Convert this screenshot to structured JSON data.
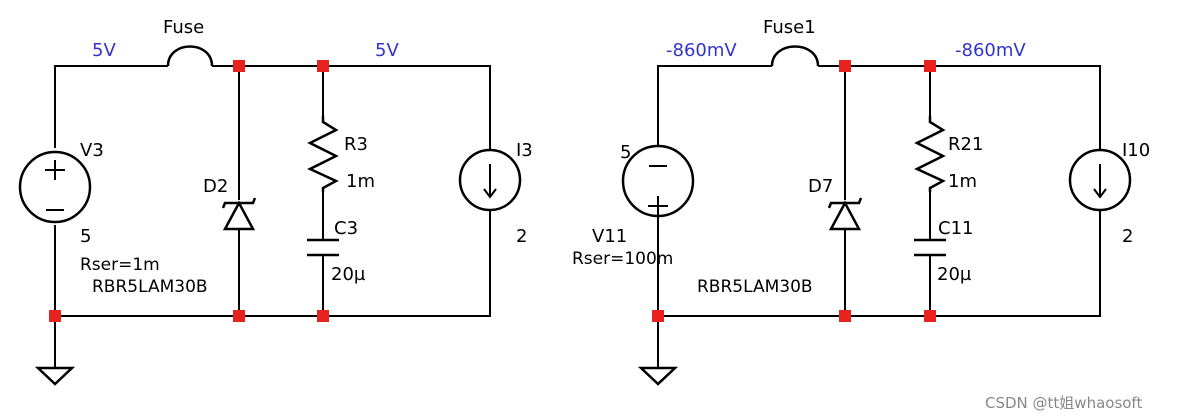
{
  "colors": {
    "wire": "#000000",
    "node": "#e8231f",
    "voltage_probe": "#3333cc",
    "watermark": "#888888"
  },
  "circuit_left": {
    "fuse": "Fuse",
    "probe_left": "5V",
    "probe_right": "5V",
    "source_name": "V3",
    "source_value": "5",
    "source_rser": "Rser=1m",
    "diode_name": "D2",
    "diode_model": "RBR5LAM30B",
    "resistor_name": "R3",
    "resistor_value": "1m",
    "cap_name": "C3",
    "cap_value": "20µ",
    "isource_name": "I3",
    "isource_value": "2"
  },
  "circuit_right": {
    "fuse": "Fuse1",
    "probe_left": "-860mV",
    "probe_right": "-860mV",
    "source_name": "V11",
    "source_value": "5",
    "source_rser": "Rser=100m",
    "diode_name": "D7",
    "diode_model": "RBR5LAM30B",
    "resistor_name": "R21",
    "resistor_value": "1m",
    "cap_name": "C11",
    "cap_value": "20µ",
    "isource_name": "I10",
    "isource_value": "2"
  },
  "watermark": "CSDN @tt姐whaosoft"
}
